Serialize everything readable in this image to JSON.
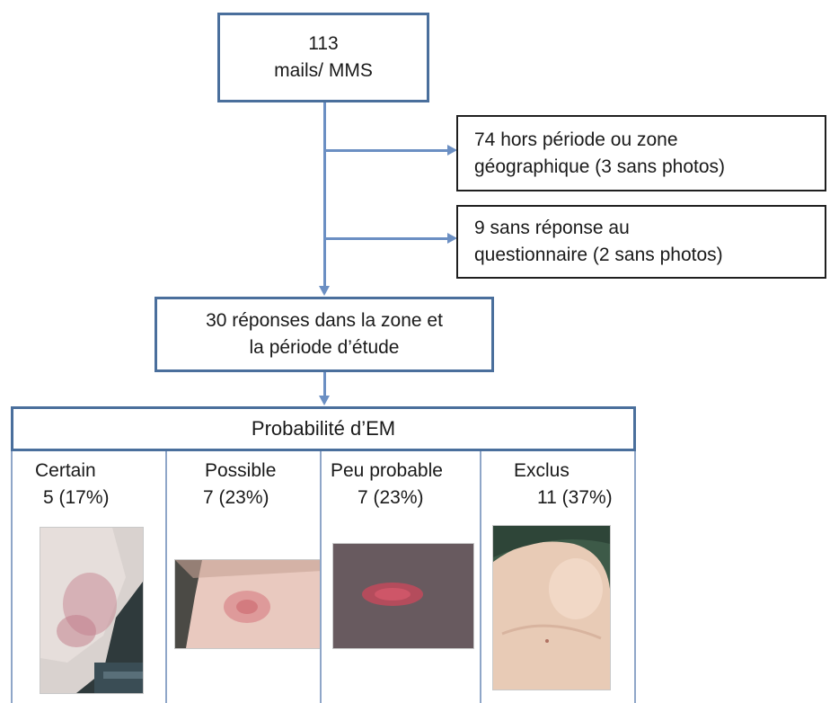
{
  "top_box": {
    "line1": "113",
    "line2": "mails/ MMS"
  },
  "excluded_1": {
    "line1": "74 hors période ou zone",
    "line2": "géographique (3 sans photos)"
  },
  "excluded_2": {
    "line1": "9 sans réponse au",
    "line2": "questionnaire (2 sans photos)"
  },
  "middle_box": {
    "line1": "30 réponses dans la zone et",
    "line2": "la période d’étude"
  },
  "probability_header": "Probabilité d’EM",
  "categories": [
    {
      "label": "Certain",
      "count": "5 (17%)",
      "photo": "arm-lesion-certain"
    },
    {
      "label": "Possible",
      "count": "7 (23%)",
      "photo": "arm-lesion-possible"
    },
    {
      "label": "Peu probable",
      "count": "7 (23%)",
      "photo": "skin-lesion-unlikely"
    },
    {
      "label": "Exclus",
      "count": "11 (37%)",
      "photo": "knee-lesion-excluded"
    }
  ],
  "colors": {
    "box_border": "#4a6f9c",
    "connector": "#6b8fc3",
    "excluded_border": "#1f1f1f"
  }
}
